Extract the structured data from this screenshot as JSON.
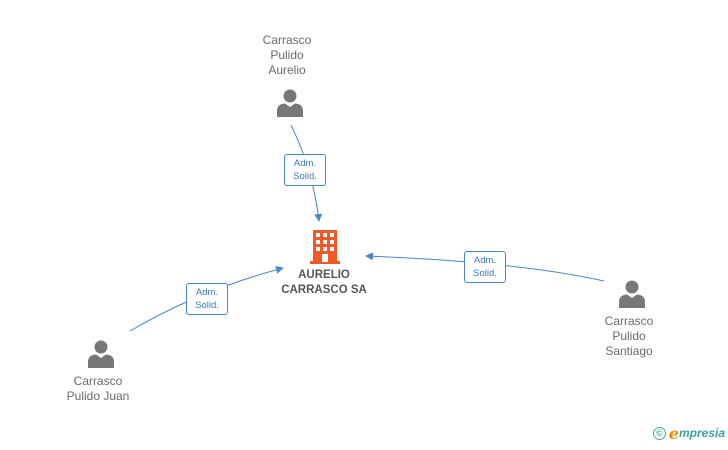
{
  "company": {
    "name_lines": [
      "AURELIO",
      "CARRASCO SA"
    ],
    "icon": "office-building-icon",
    "color": "#f05a28"
  },
  "people": [
    {
      "id": "aurelio",
      "name_lines": [
        "Carrasco",
        "Pulido",
        "Aurelio"
      ],
      "icon": "person-icon"
    },
    {
      "id": "juan",
      "name_lines": [
        "Carrasco",
        "Pulido Juan"
      ],
      "icon": "person-icon"
    },
    {
      "id": "santiago",
      "name_lines": [
        "Carrasco",
        "Pulido",
        "Santiago"
      ],
      "icon": "person-icon"
    }
  ],
  "relations": [
    {
      "from": "aurelio",
      "lines": [
        "Adm.",
        "Solid."
      ]
    },
    {
      "from": "juan",
      "lines": [
        "Adm.",
        "Solid."
      ]
    },
    {
      "from": "santiago",
      "lines": [
        "Adm.",
        "Solid."
      ]
    }
  ],
  "colors": {
    "edge": "#4a86c8",
    "person": "#777777",
    "label": "#6a6a6a"
  },
  "brand": {
    "copyright_symbol": "©",
    "initial": "e",
    "word": "mpresia",
    "icon": "copyright-icon"
  }
}
